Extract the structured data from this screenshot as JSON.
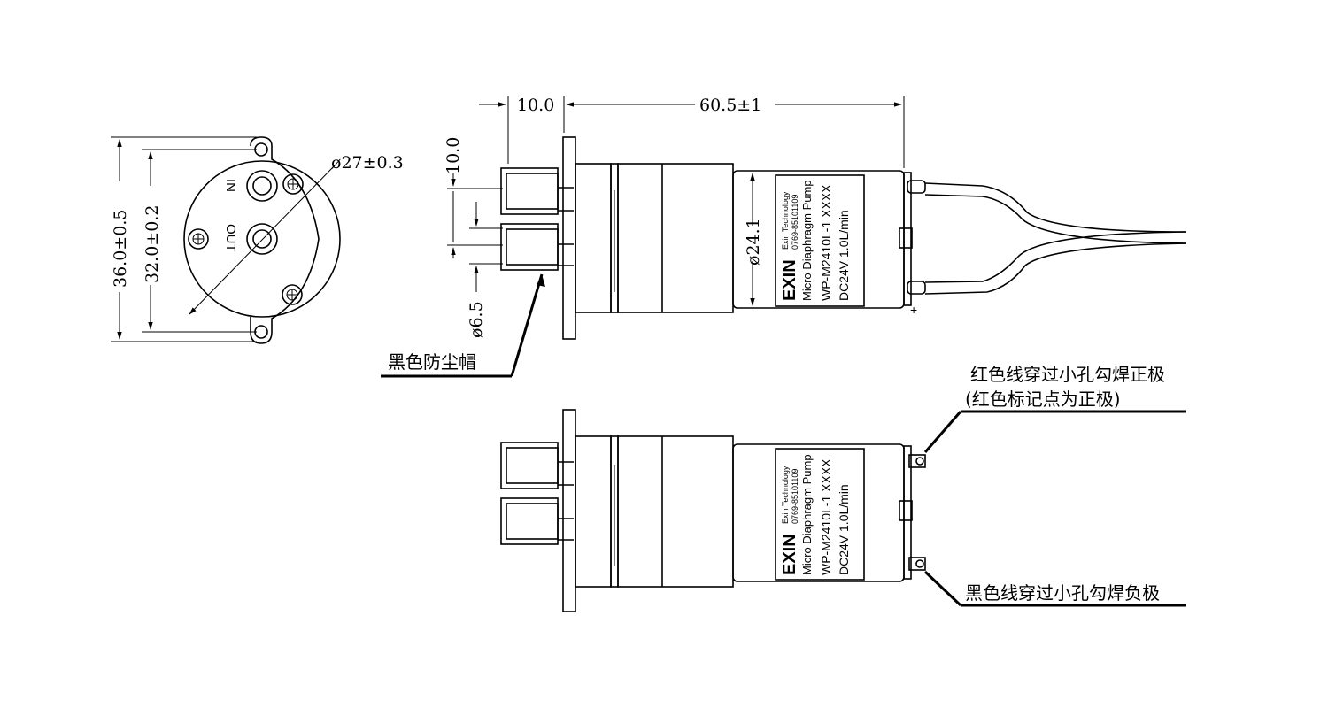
{
  "front_view": {
    "port_in": "IN",
    "port_out": "OUT",
    "dim_height_outer": "36.0±0.5",
    "dim_height_inner": "32.0±0.2",
    "dim_diameter": "ø27±0.3"
  },
  "side_view": {
    "dim_port_length": "10.0",
    "dim_body_length": "60.5±1",
    "dim_port_spacing": "10.0",
    "dim_port_diameter": "ø6.5",
    "dim_body_diameter": "ø24.1",
    "cap_callout": "黑色防尘帽",
    "plus_mark": "+"
  },
  "motor_label": {
    "brand": "EXIN",
    "company": "Exin Technology",
    "phone": "0769-85101109",
    "product": "Micro Diaphragm Pump",
    "model": "WP-M2410L-1  XXXX",
    "spec": "DC24V  1.0L/min"
  },
  "bottom_view": {
    "red_wire_note_1": "红色线穿过小孔勾焊正极",
    "red_wire_note_2": "(红色标记点为正极)",
    "black_wire_note": "黑色线穿过小孔勾焊负极"
  }
}
